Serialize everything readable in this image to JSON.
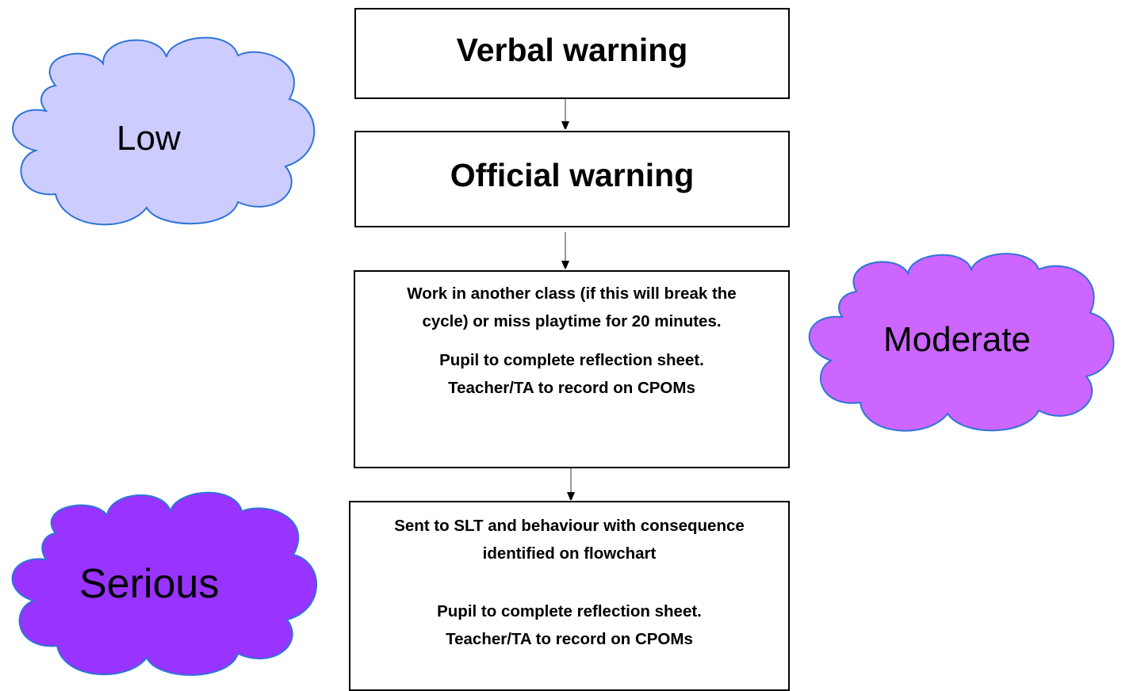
{
  "flowchart": {
    "steps": [
      {
        "id": "verbal",
        "text": "Verbal warning"
      },
      {
        "id": "official",
        "text": "Official warning"
      },
      {
        "id": "moderate-consequence",
        "paragraphs": [
          "Work in another class (if this will break the cycle) or miss playtime for 20 minutes.",
          "Pupil to complete reflection sheet. Teacher/TA to record on CPOMs"
        ]
      },
      {
        "id": "serious-consequence",
        "paragraphs": [
          "Sent to SLT and behaviour with consequence identified on flowchart",
          "Pupil to complete reflection sheet. Teacher/TA to record on CPOMs"
        ]
      }
    ],
    "levels": [
      {
        "label": "Low",
        "color": "#CCCCFF"
      },
      {
        "label": "Moderate",
        "color": "#CC66FF"
      },
      {
        "label": "Serious",
        "color": "#9933FF"
      }
    ],
    "outline_color": "#2E75D6",
    "arrow_color": "#777777"
  }
}
